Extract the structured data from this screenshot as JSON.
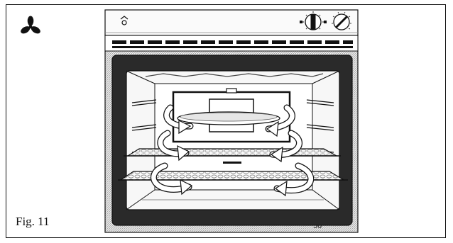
{
  "figure": {
    "caption": "Fig. 11",
    "counter_text": "50"
  },
  "icons": {
    "fan": "fan-icon",
    "oven_light": "lamp-icon",
    "function_knob": "function-selector-knob",
    "temperature_knob": "temperature-knob"
  },
  "colors": {
    "line": "#111111",
    "panel": "#e9e9e9",
    "cavity": "#f7f7f7",
    "hatch": "#bdbdbd"
  }
}
